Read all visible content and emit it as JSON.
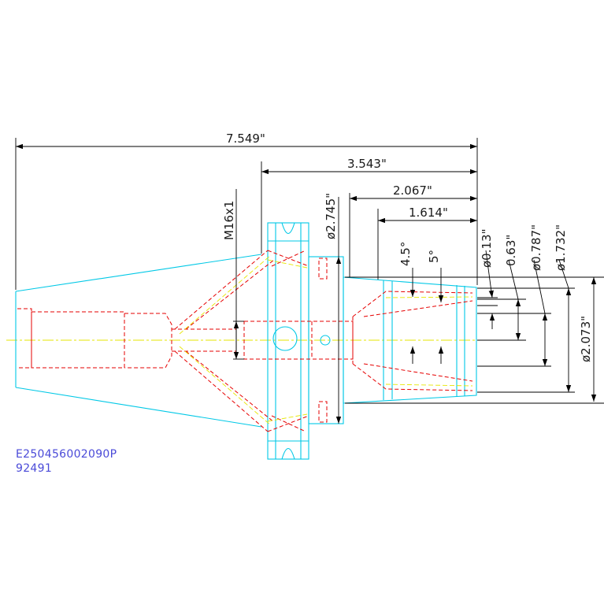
{
  "dimensions": {
    "overall_length": "7.549\"",
    "flange_to_end": "3.543\"",
    "body_length": "2.067\"",
    "nose_length": "1.614\"",
    "thread": "M16x1",
    "flange_diameter": "ø2.745\"",
    "taper_angle_1": "4.5°",
    "taper_angle_2": "5°",
    "bore_min": "ø0.13\"",
    "bore_mid": "0.63\"",
    "bore_max": "ø0.787\"",
    "nose_diameter": "ø1.732\"",
    "body_diameter": "ø2.073\""
  },
  "title_block": {
    "part_number": "E250456002090P",
    "drawing_number": "92491"
  },
  "colors": {
    "outline": "#00c8e6",
    "hidden": "#e60000",
    "centerline": "#e6e600",
    "dimension": "#000000",
    "text_id": "#4a4ad8"
  }
}
